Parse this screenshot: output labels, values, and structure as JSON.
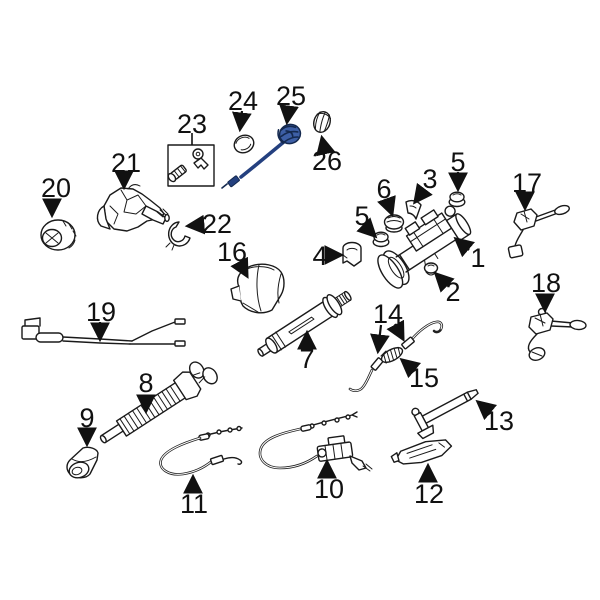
{
  "diagram": {
    "type": "exploded-parts-diagram",
    "background": "#ffffff",
    "line_color": "#1a1a1a",
    "highlight": {
      "part": "25",
      "cap_fill": "#3d5fa6",
      "cap_stroke": "#14294f",
      "cable_color": "#24407f"
    },
    "callouts": {
      "c1": "1",
      "c2": "2",
      "c3": "3",
      "c4": "4",
      "c5": "5",
      "c6": "6",
      "c7": "7",
      "c8": "8",
      "c9": "9",
      "c10": "10",
      "c11": "11",
      "c12": "12",
      "c13": "13",
      "c14": "14",
      "c15": "15",
      "c16": "16",
      "c17": "17",
      "c18": "18",
      "c19": "19",
      "c20": "20",
      "c21": "21",
      "c22": "22",
      "c23": "23",
      "c24": "24",
      "c25": "25",
      "c26": "26"
    }
  }
}
